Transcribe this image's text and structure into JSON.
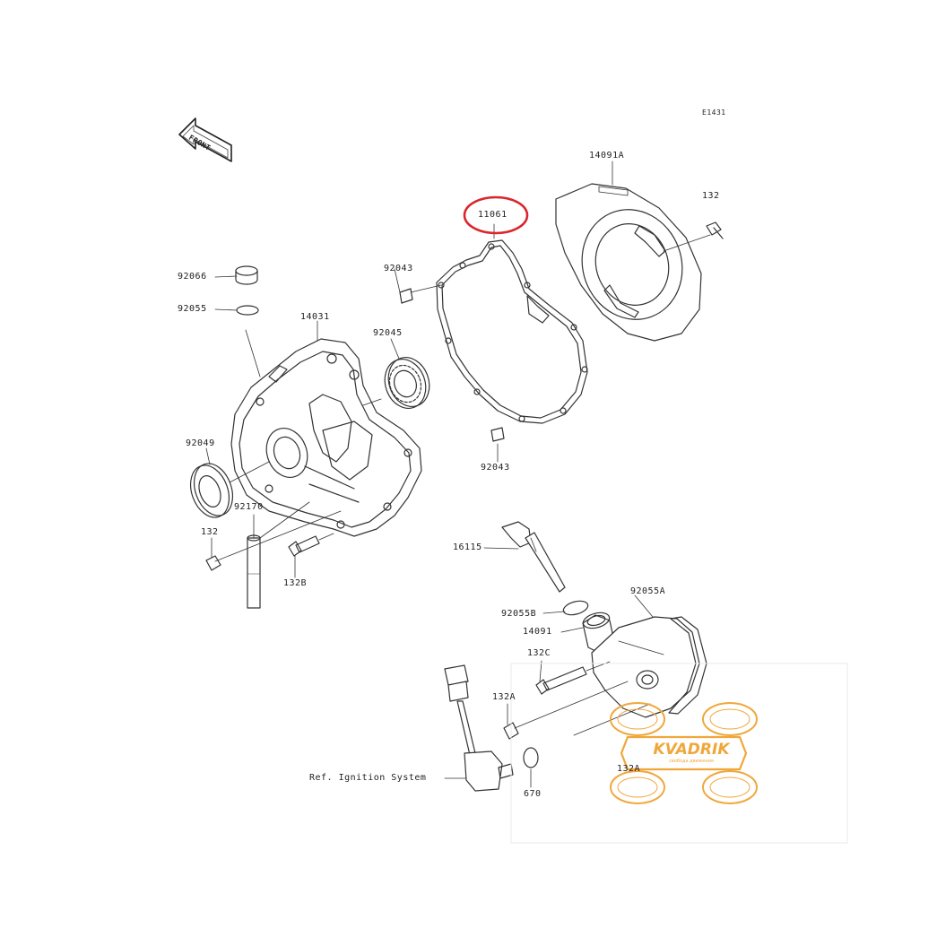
{
  "diagram_code": "E1431",
  "front_label": "FRONT",
  "ref_ignition": "Ref. Ignition System",
  "highlight_part": "11061",
  "highlight_color": "#d9262c",
  "logo": {
    "name": "KVADRIK",
    "tagline": "свобода движения",
    "color": "#f0a73a"
  },
  "parts": {
    "p14091A": "14091A",
    "p132_top": "132",
    "p11061": "11061",
    "p92043_top": "92043",
    "p92066": "92066",
    "p92055": "92055",
    "p14031": "14031",
    "p92045": "92045",
    "p92049": "92049",
    "p92043_bot": "92043",
    "p92170": "92170",
    "p132_left": "132",
    "p132B": "132B",
    "p16115": "16115",
    "p92055A": "92055A",
    "p92055B": "92055B",
    "p14091": "14091",
    "p132C": "132C",
    "p132A_1": "132A",
    "p132A_2": "132A",
    "p670": "670"
  }
}
